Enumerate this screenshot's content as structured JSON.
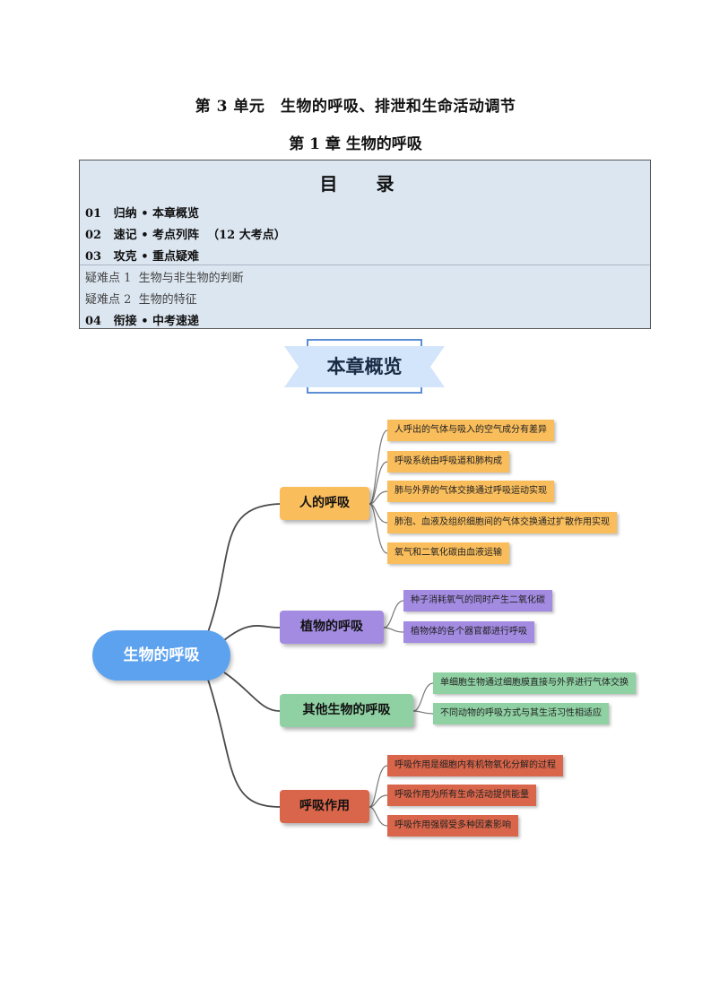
{
  "header": {
    "unit_title": "第 3 单元　生物的呼吸、排泄和生命活动调节",
    "chapter_title": "第 1 章  生物的呼吸"
  },
  "toc": {
    "heading": "目  录",
    "items": [
      {
        "text": "01   归纳 • 本章概览"
      },
      {
        "text": "02   速记 • 考点列阵  （12 大考点）"
      },
      {
        "text": "03   攻克 • 重点疑难"
      },
      {
        "text": "疑难点 1  生物与非生物的判断"
      },
      {
        "text": "疑难点 2  生物的特征"
      },
      {
        "text": "04   衔接 • 中考速递"
      }
    ]
  },
  "banner": {
    "label": "本章概览"
  },
  "mindmap": {
    "root": "生物的呼吸",
    "colors": {
      "root": "#5da2ef",
      "orange": "#f9bd5c",
      "purple": "#a38be2",
      "green": "#8fd1a3",
      "red": "#d9654a"
    },
    "branches": [
      {
        "label": "人的呼吸",
        "leaves": [
          "人呼出的气体与吸入的空气成分有差异",
          "呼吸系统由呼吸道和肺构成",
          "肺与外界的气体交换通过呼吸运动实现",
          "肺泡、血液及组织细胞间的气体交换通过扩散作用实现",
          "氧气和二氧化碳由血液运输"
        ]
      },
      {
        "label": "植物的呼吸",
        "leaves": [
          "种子消耗氧气的同时产生二氧化碳",
          "植物体的各个器官都进行呼吸"
        ]
      },
      {
        "label": "其他生物的呼吸",
        "leaves": [
          "单细胞生物通过细胞膜直接与外界进行气体交换",
          "不同动物的呼吸方式与其生活习性相适应"
        ]
      },
      {
        "label": "呼吸作用",
        "leaves": [
          "呼吸作用是细胞内有机物氧化分解的过程",
          "呼吸作用为所有生命活动提供能量",
          "呼吸作用强弱受多种因素影响"
        ]
      }
    ]
  }
}
